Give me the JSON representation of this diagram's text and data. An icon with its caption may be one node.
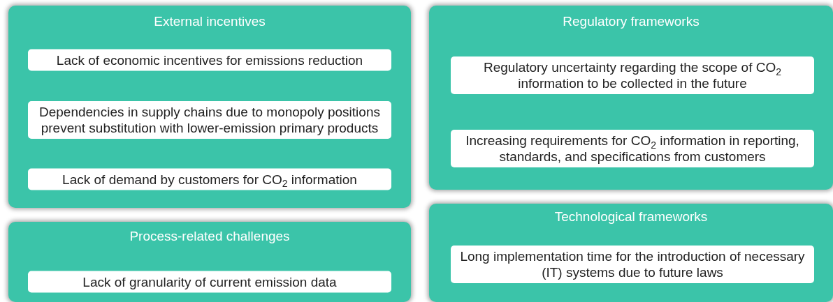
{
  "diagram": {
    "nodes": [
      {
        "text": [
          "External incentives"
        ]
      },
      {
        "text": [
          "Lack of economic incentives for emissions reduction"
        ],
        "in": 0
      },
      {
        "text": [
          "Dependencies in supply chains due to monopoly positions prevent substitution with lower-emission primary products"
        ],
        "in": 0
      },
      {
        "text": [
          "Lack of demand by customers for CO$_{2}$ information"
        ],
        "in": 0
      },
      {
        "text": [
          "Process-related challenges"
        ]
      },
      {
        "text": [
          "Lack of granularity of current emission data"
        ],
        "in": 4
      },
      {
        "text": [
          "Regulatory frameworks"
        ]
      },
      {
        "text": [
          "Regulatory uncertainty regarding the scope of CO$_{2}$ information to be collected in the future"
        ],
        "in": 6
      },
      {
        "text": [
          "Increasing requirements for CO$_{2}$ information in reporting, standards, and specifications from customers"
        ],
        "in": 6
      },
      {
        "text": [
          "Technological frameworks"
        ]
      },
      {
        "text": [
          "Long implementation time for the introduction of necessary (IT) systems due to future laws"
        ],
        "in": 9
      }
    ]
  }
}
